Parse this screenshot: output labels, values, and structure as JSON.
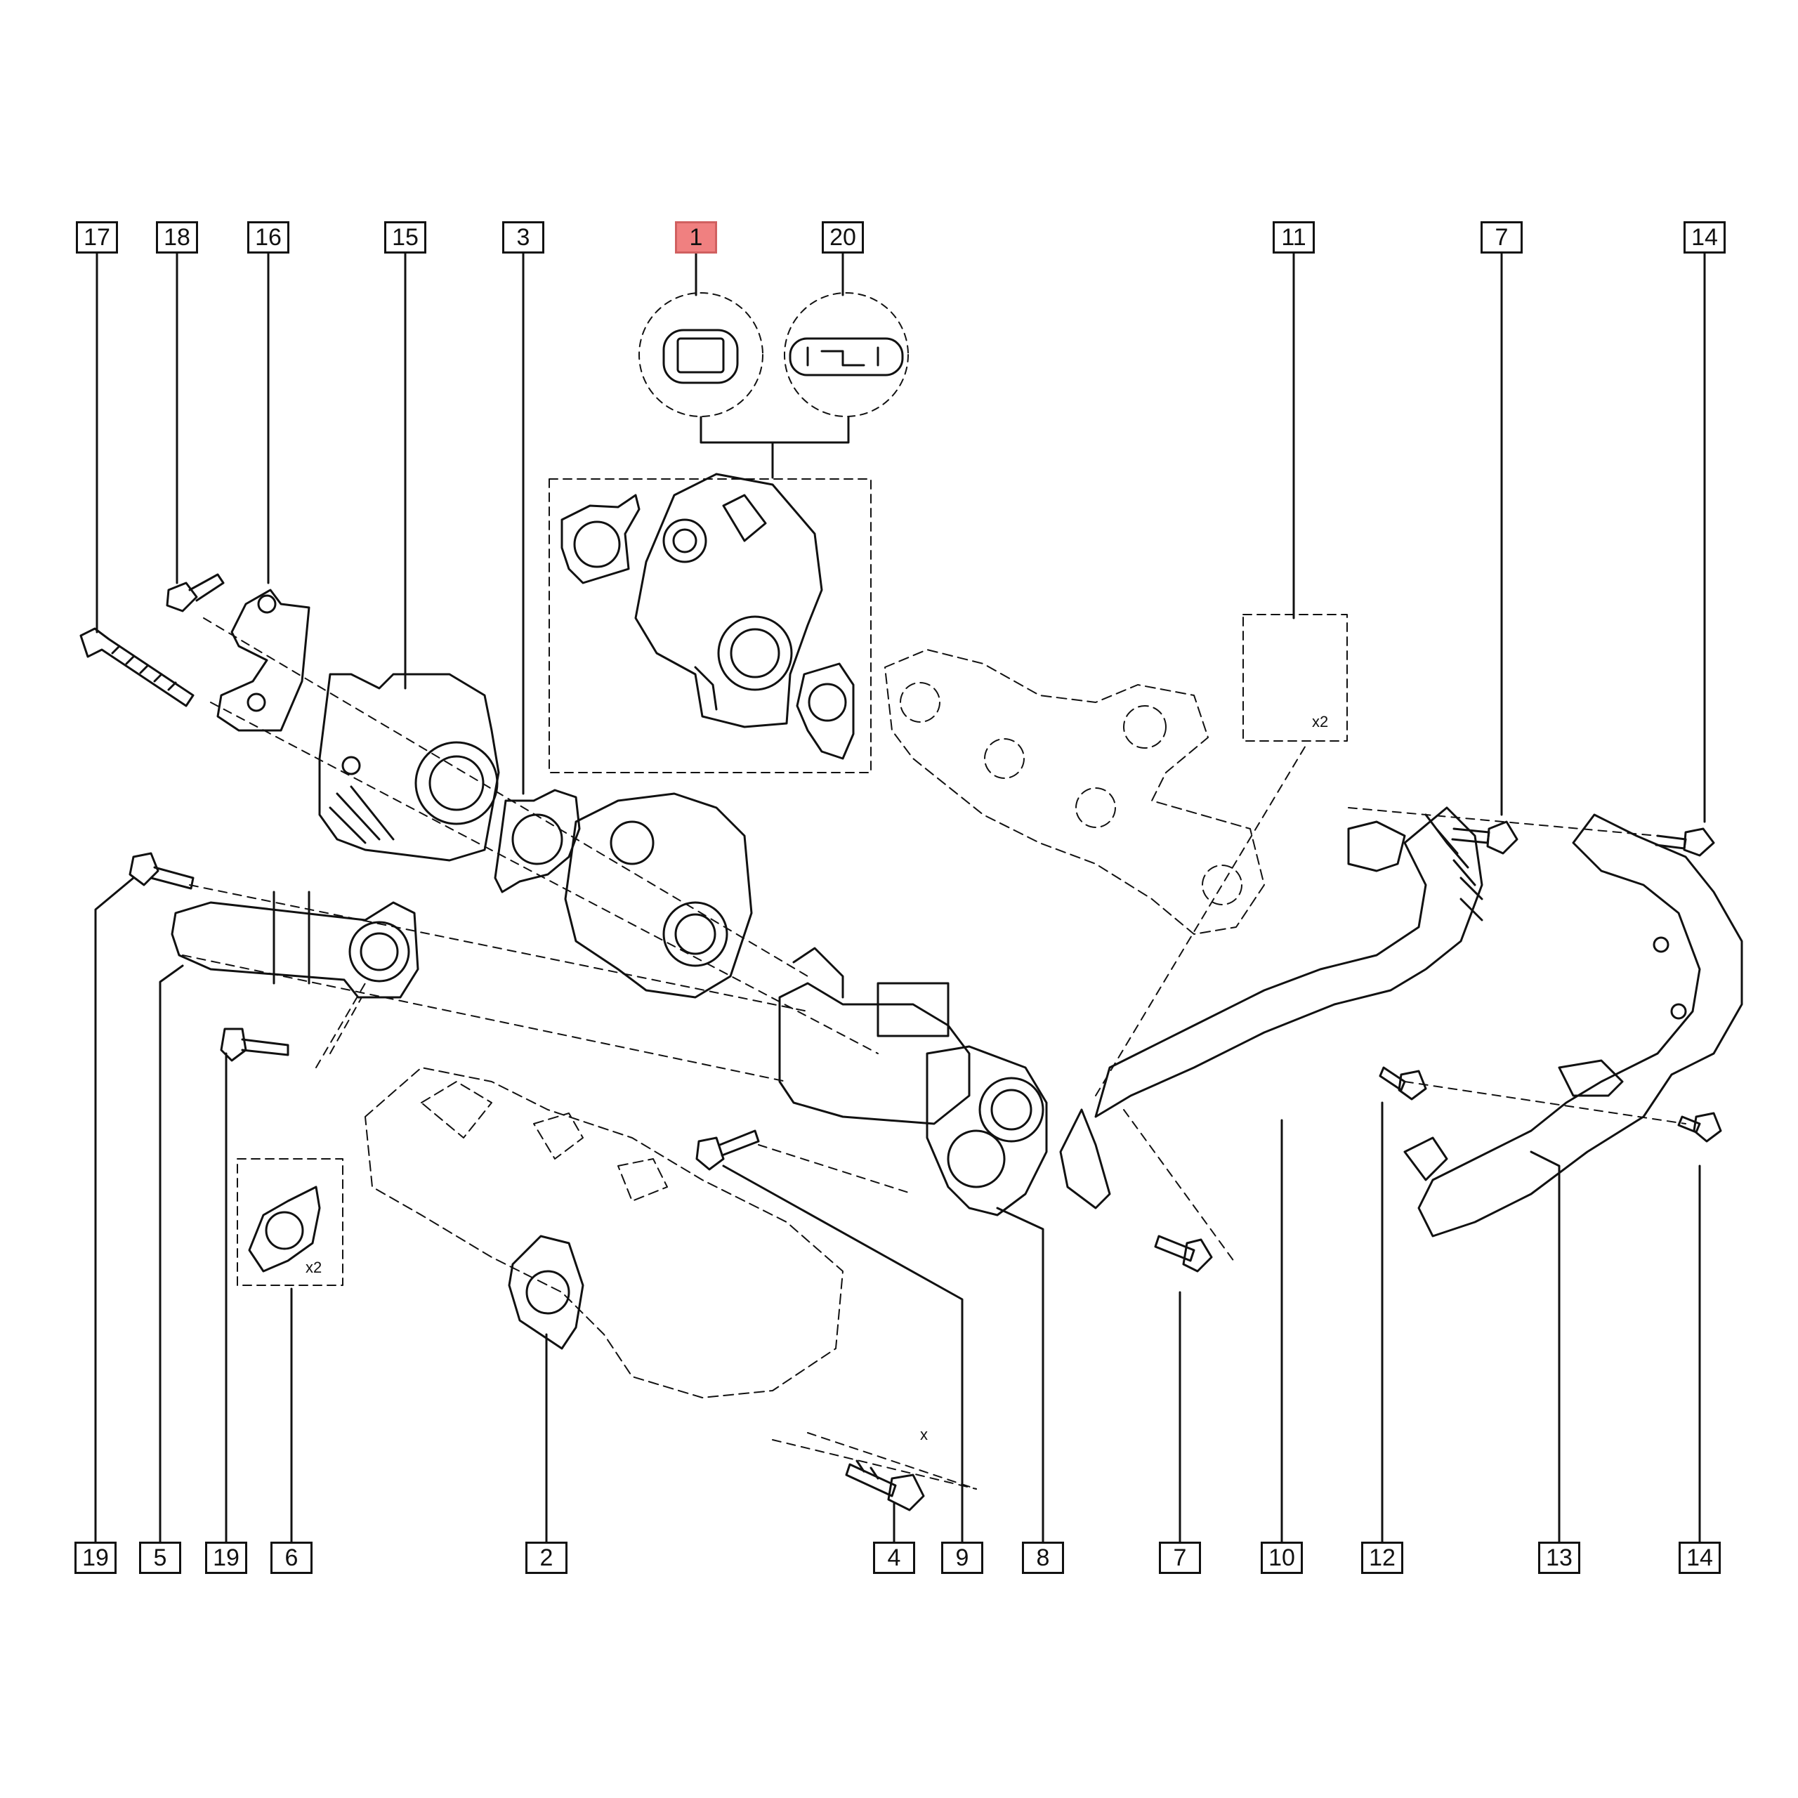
{
  "diagram": {
    "selected_callout": "1",
    "highlight_color": "#f08080",
    "line_color": "#111111",
    "callouts_top": [
      "17",
      "18",
      "16",
      "15",
      "3",
      "1",
      "20",
      "11",
      "7",
      "14"
    ],
    "callouts_bottom": [
      "19",
      "5",
      "19",
      "6",
      "2",
      "4",
      "9",
      "8",
      "7",
      "10",
      "12",
      "13",
      "14"
    ],
    "multipliers": {
      "gasket_11": "x2",
      "gasket_6": "x2",
      "dimension": "x"
    }
  }
}
